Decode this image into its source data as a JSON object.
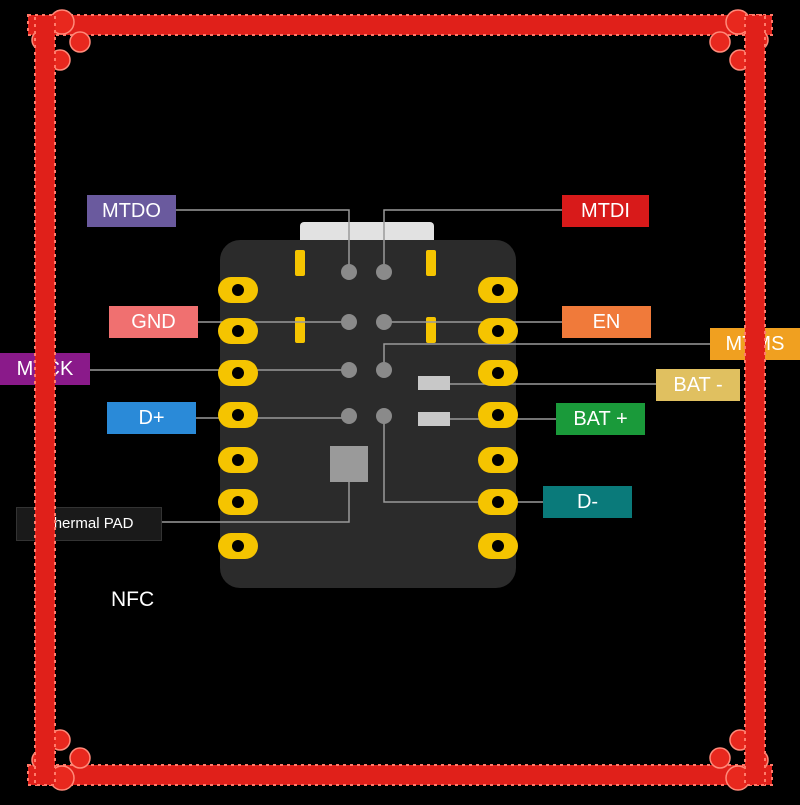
{
  "colors": {
    "background": "#000000",
    "frame_red": "#e0201a",
    "board": "#2b2b2b",
    "gold": "#f5c400",
    "pin_gray": "#8a8a8a",
    "connector": "#dcdcdc",
    "leader_line": "#9a9a9a"
  },
  "labels": {
    "mtdo": {
      "text": "MTDO",
      "color": "#6a5a9e"
    },
    "mtdi": {
      "text": "MTDI",
      "color": "#d81a1a"
    },
    "gnd": {
      "text": "GND",
      "color": "#f07070"
    },
    "en": {
      "text": "EN",
      "color": "#f07a3a"
    },
    "mtck": {
      "text": "MTCK",
      "color": "#8a1a8a"
    },
    "mtms": {
      "text": "MTMS",
      "color": "#f0a020"
    },
    "bat_minus": {
      "text": "BAT -",
      "color": "#e0c060"
    },
    "d_plus": {
      "text": "D+",
      "color": "#2a8ad8"
    },
    "bat_plus": {
      "text": "BAT +",
      "color": "#1a9a3a"
    },
    "d_minus": {
      "text": "D-",
      "color": "#0a7a7a"
    },
    "thermal_pad": {
      "text": "Thermal PAD",
      "color": "#1a1a1a"
    }
  },
  "nfc_text": "NFC"
}
